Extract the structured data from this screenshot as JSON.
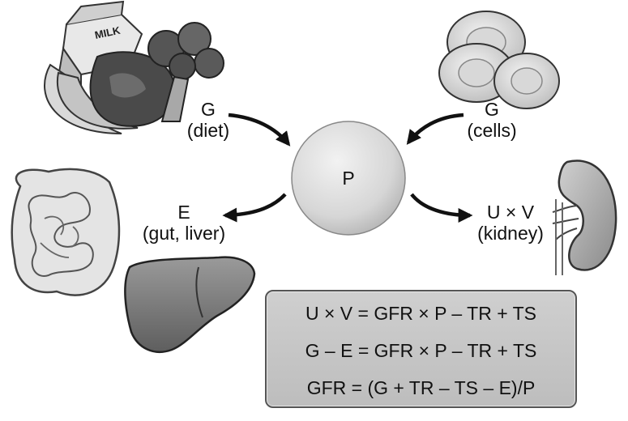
{
  "nodes": {
    "diet": {
      "symbol": "G",
      "sub": "(diet)"
    },
    "cells": {
      "symbol": "G",
      "sub": "(cells)"
    },
    "gut_liver": {
      "symbol": "E",
      "sub": "(gut, liver)"
    },
    "kidney": {
      "symbol": "U × V",
      "sub": "(kidney)"
    },
    "plasma": {
      "symbol": "P"
    }
  },
  "milk_label": "MILK",
  "equations": [
    "U × V = GFR × P – TR + TS",
    "G – E = GFR × P – TR + TS",
    "GFR = (G + TR – TS – E)/P"
  ],
  "colors": {
    "sphere": "#d8d8d8",
    "box": "#c6c6c6",
    "arrow": "#111111"
  },
  "icons": [
    "food-illustration",
    "red-blood-cells-illustration",
    "intestine-illustration",
    "liver-illustration",
    "kidney-illustration"
  ]
}
